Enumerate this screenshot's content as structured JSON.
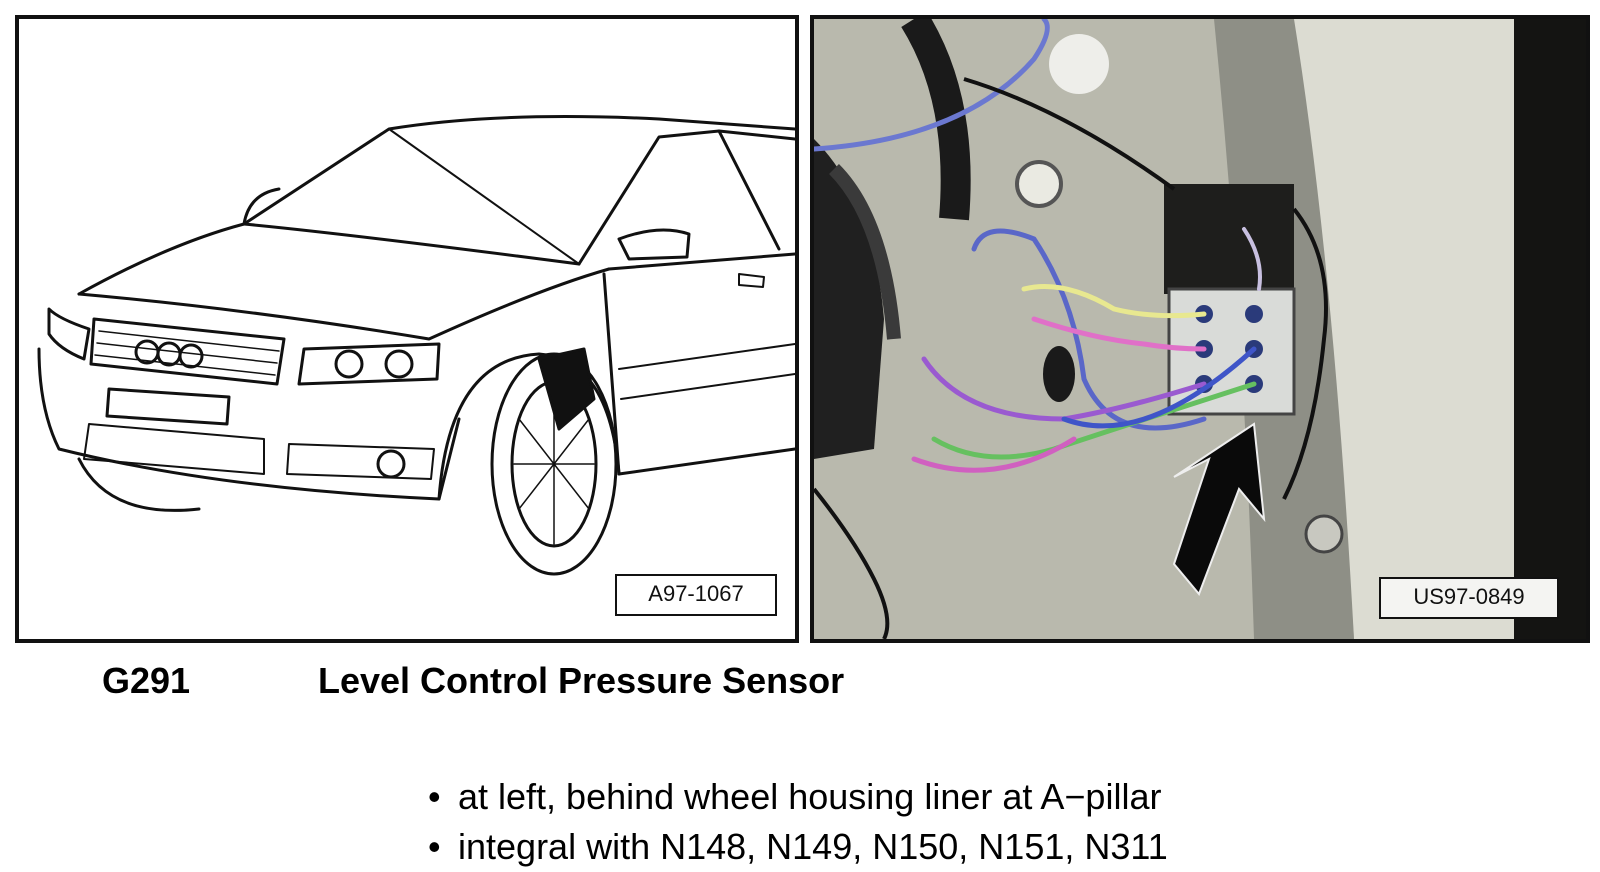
{
  "figures": [
    {
      "id": "left",
      "label": "A97-1067",
      "description_icon": "car-line-drawing"
    },
    {
      "id": "right",
      "label": "US97-0849",
      "description_icon": "sensor-photo"
    }
  ],
  "component": {
    "code": "G291",
    "name": "Level Control Pressure Sensor"
  },
  "notes": [
    "at left, behind wheel housing liner at A−pillar",
    "integral with N148, N149, N150, N151, N311"
  ],
  "bullet": "•",
  "colors": {
    "border": "#111111",
    "photo_background": "#1b1b18",
    "panel_grey": "#c9c9bd"
  }
}
